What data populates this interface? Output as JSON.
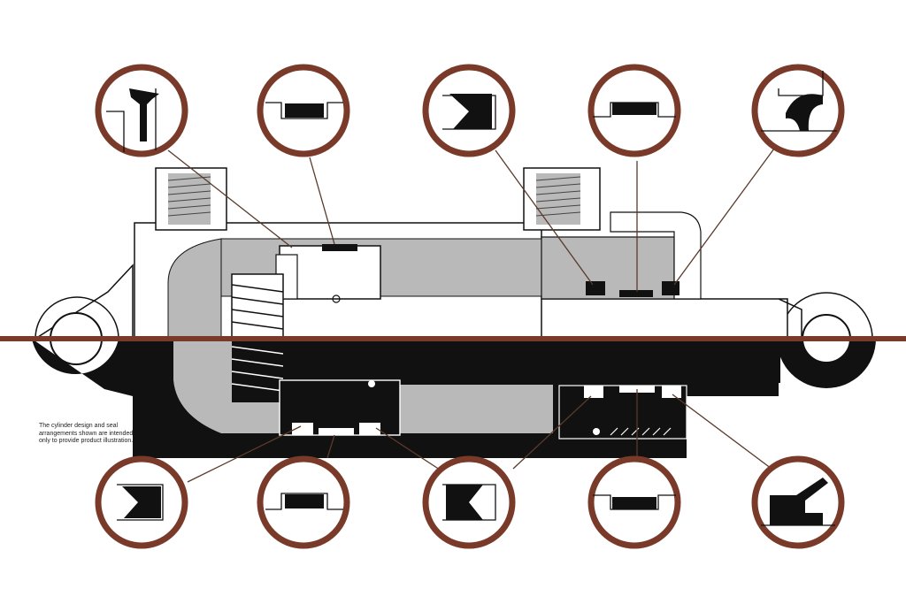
{
  "caption": "The cylinder design and seal arrangements shown are intended only to provide product illustration.",
  "colors": {
    "circle_border": "#7a3a2a",
    "center_line": "#7a3a2a",
    "solid": "#111111",
    "gray_fill": "#b9b9b9",
    "paper": "#ffffff"
  },
  "callouts": {
    "top": [
      {
        "seal": "rod-wiper"
      },
      {
        "seal": "static-o-ring"
      },
      {
        "seal": "u-cup-seal"
      },
      {
        "seal": "rod-o-ring"
      },
      {
        "seal": "rod-wiper"
      }
    ],
    "bottom": [
      {
        "seal": "u-cup-seal"
      },
      {
        "seal": "static-o-ring"
      },
      {
        "seal": "u-cup-seal"
      },
      {
        "seal": "rod-o-ring"
      },
      {
        "seal": "wiper-seal"
      }
    ]
  }
}
